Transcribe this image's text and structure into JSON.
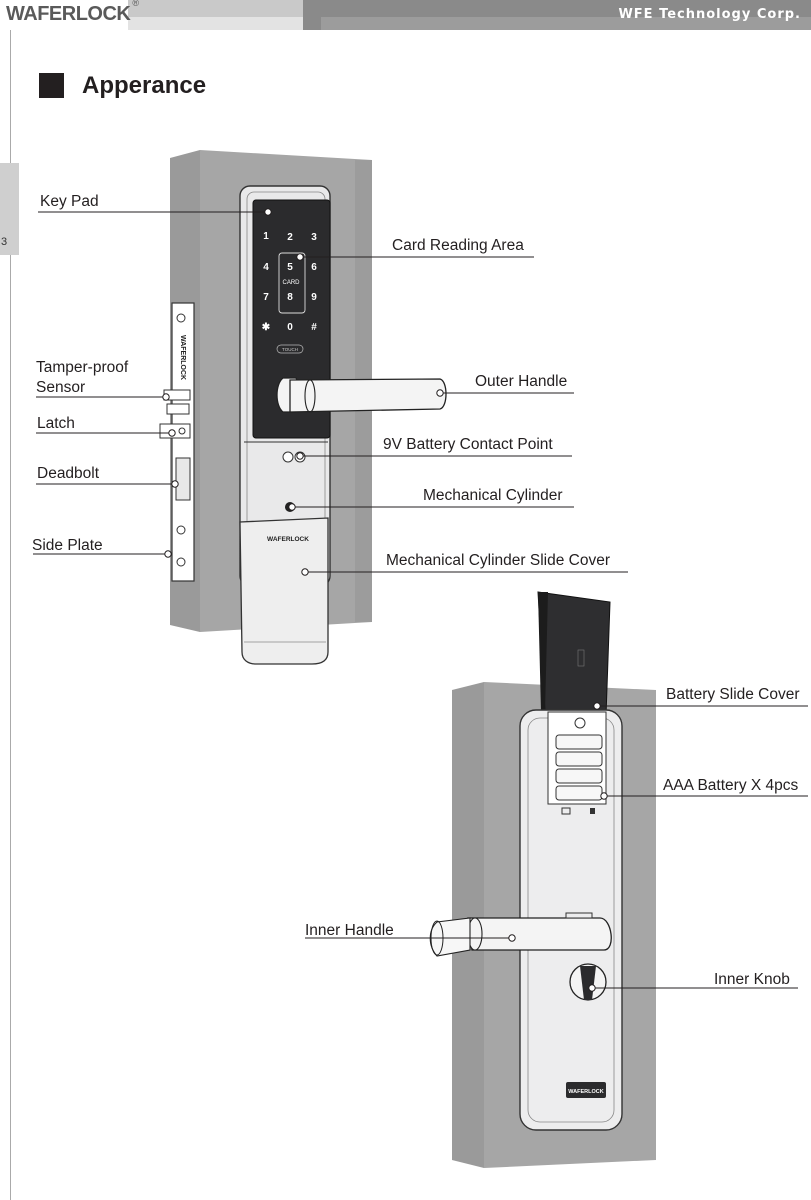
{
  "header": {
    "logo": "WAFERLOCK",
    "logo_mark": "®",
    "company": "WFE Technology Corp."
  },
  "page_number": "3",
  "section": {
    "title": "Apperance"
  },
  "device_text": {
    "keypad_keys": [
      "1",
      "2",
      "3",
      "4",
      "5",
      "6",
      "7",
      "8",
      "9",
      "✱",
      "0",
      "#"
    ],
    "card_text": "CARD",
    "touch_text": "TOUCH",
    "side_plate_logo": "WAFERLOCK",
    "cover_logo": "WAFERLOCK",
    "inner_logo": "WAFERLOCK"
  },
  "labels": {
    "key_pad": "Key Pad",
    "card_reading_area": "Card Reading Area",
    "tamper_line1": "Tamper-proof",
    "tamper_line2": "Sensor",
    "outer_handle": "Outer Handle",
    "latch": "Latch",
    "battery_contact": "9V  Battery Contact Point",
    "deadbolt": "Deadbolt",
    "mechanical_cylinder": "Mechanical Cylinder",
    "side_plate": "Side Plate",
    "cylinder_cover": "Mechanical Cylinder Slide Cover",
    "battery_slide_cover": "Battery Slide Cover",
    "aaa_battery": "AAA Battery X 4pcs",
    "inner_handle": "Inner Handle",
    "inner_knob": "Inner Knob"
  }
}
